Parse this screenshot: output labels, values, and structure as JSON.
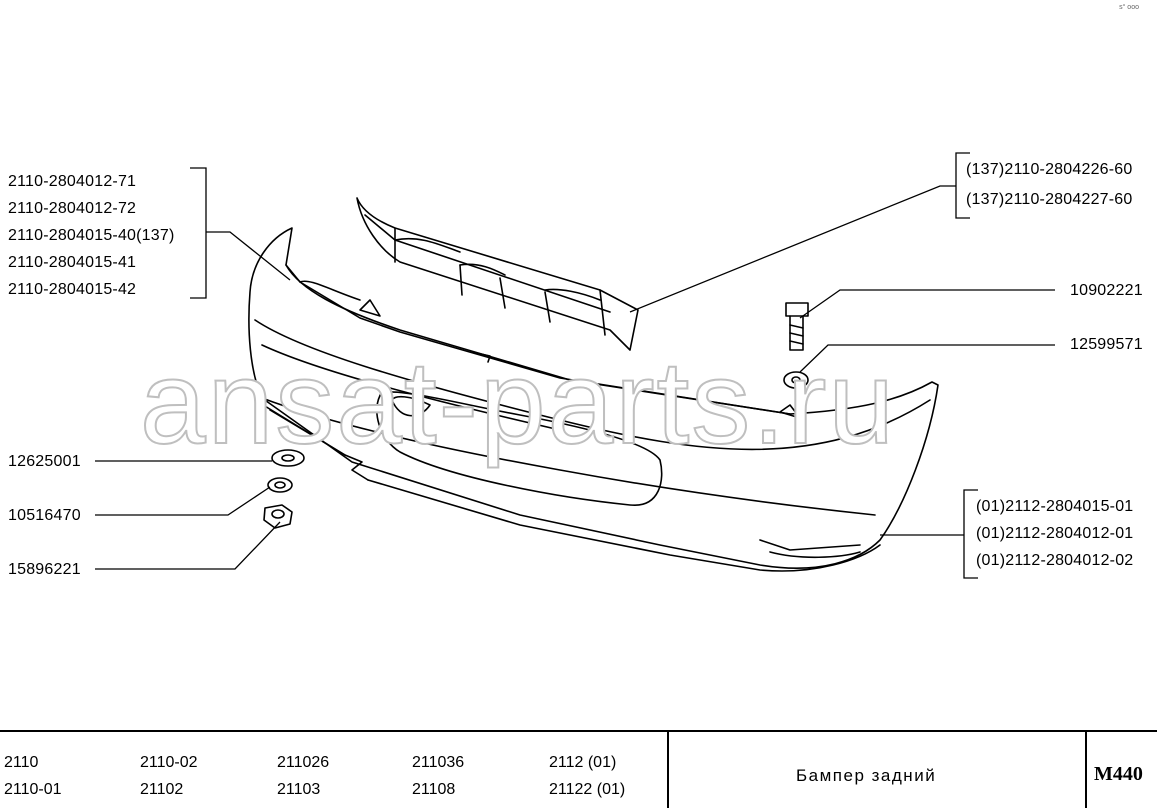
{
  "corner_mark": "s° ooo",
  "watermark": "ansat-parts.ru",
  "left_group_top": [
    "2110-2804012-71",
    "2110-2804012-72",
    "2110-2804015-40(137)",
    "2110-2804015-41",
    "2110-2804015-42"
  ],
  "left_group_bottom": [
    "12625001",
    "10516470",
    "15896221"
  ],
  "right_group_top": [
    "(137)2110-2804226-60",
    "(137)2110-2804227-60"
  ],
  "right_singles": [
    "10902221",
    "12599571"
  ],
  "right_group_bottom": [
    "(01)2112-2804015-01",
    "(01)2112-2804012-01",
    "(01)2112-2804012-02"
  ],
  "footer": {
    "models": [
      [
        "2110",
        "2110-01"
      ],
      [
        "2110-02",
        "21102"
      ],
      [
        "211026",
        "21103"
      ],
      [
        "211036",
        "21108"
      ],
      [
        "2112 (01)",
        "21122 (01)"
      ]
    ],
    "title": "Бампер задний",
    "code": "M440"
  }
}
